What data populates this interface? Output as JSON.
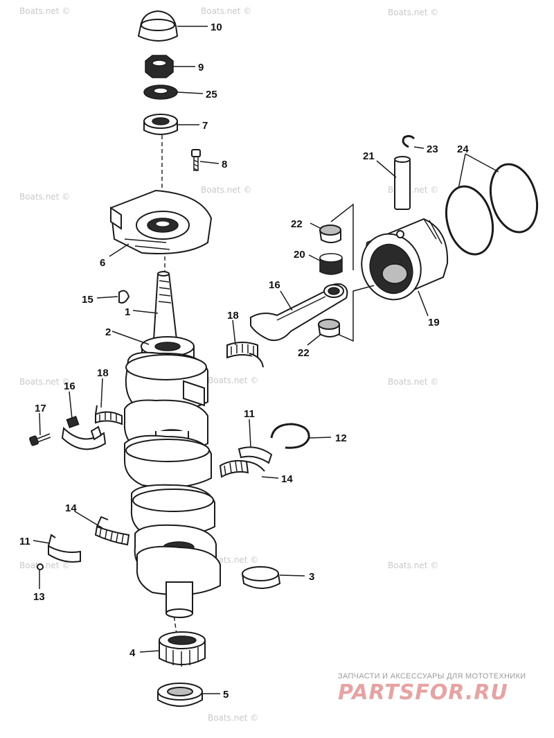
{
  "callouts": {
    "c1": "1",
    "c2": "2",
    "c3": "3",
    "c4": "4",
    "c5": "5",
    "c6": "6",
    "c7": "7",
    "c8": "8",
    "c9": "9",
    "c10": "10",
    "c11a": "11",
    "c11b": "11",
    "c12": "12",
    "c13": "13",
    "c14a": "14",
    "c14b": "14",
    "c15": "15",
    "c16a": "16",
    "c16b": "16",
    "c17": "17",
    "c18a": "18",
    "c18b": "18",
    "c19": "19",
    "c20": "20",
    "c21": "21",
    "c22a": "22",
    "c22b": "22",
    "c23": "23",
    "c24": "24",
    "c25": "25"
  },
  "watermarks": {
    "w1": "Boats.net ©",
    "w2": "Boats.net ©",
    "w3": "Boats.net ©",
    "w4": "Boats.net ©",
    "w5": "Boats.net ©",
    "w6": "Boats.net ©",
    "w7": "Boats.net ©",
    "w8": "Boats.net ©",
    "w9": "Boats.net ©",
    "w10": "Boats.net ©",
    "w11": "Boats.net ©",
    "w12": "Boats.net ©",
    "w13": "Boats.net ©"
  },
  "brand": {
    "tagline": "ЗАПЧАСТИ И АКСЕССУАРЫ ДЛЯ МОТОТЕХНИКИ",
    "logo": "PARTSFOR.RU",
    "logo_color": "#e8a2a2"
  }
}
